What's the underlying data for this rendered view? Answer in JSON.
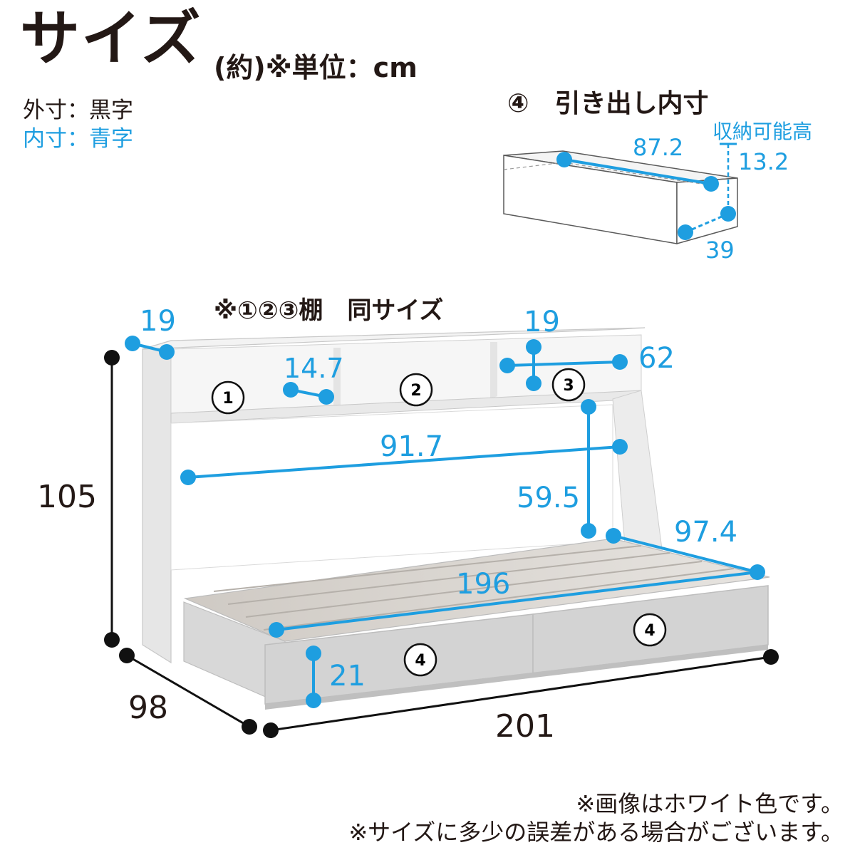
{
  "header": {
    "title": "サイズ",
    "unit_note": "(約)※単位：cm"
  },
  "legend": {
    "outer": "外寸：黒字",
    "inner": "内寸：青字"
  },
  "drawer": {
    "title": "④　引き出し内寸",
    "storage_height_label": "収納可能高",
    "width": "87.2",
    "height": "13.2",
    "depth": "39"
  },
  "shelf_note": "※①②③棚　同サイズ",
  "dimensions": {
    "outer_height": "105",
    "outer_depth": "98",
    "outer_width": "201",
    "shelf_depth": "19",
    "shelf_width": "14.7",
    "shelf3_depth": "19",
    "shelf3_width": "62",
    "desk_width": "91.7",
    "desk_height": "59.5",
    "bed_width": "97.4",
    "bed_length": "196",
    "drawer_height": "21"
  },
  "markers": {
    "shelf1": "1",
    "shelf2": "2",
    "shelf3": "3",
    "drawer_a": "4",
    "drawer_b": "4",
    "drawer_title_marker": "④"
  },
  "footer": {
    "note1": "※画像はホワイト色です。",
    "note2": "※サイズに多少の誤差がある場合がございます。"
  },
  "colors": {
    "accent_blue": "#1e9ee0",
    "text_black": "#231815",
    "furniture_gray": "#d9d9d9"
  }
}
